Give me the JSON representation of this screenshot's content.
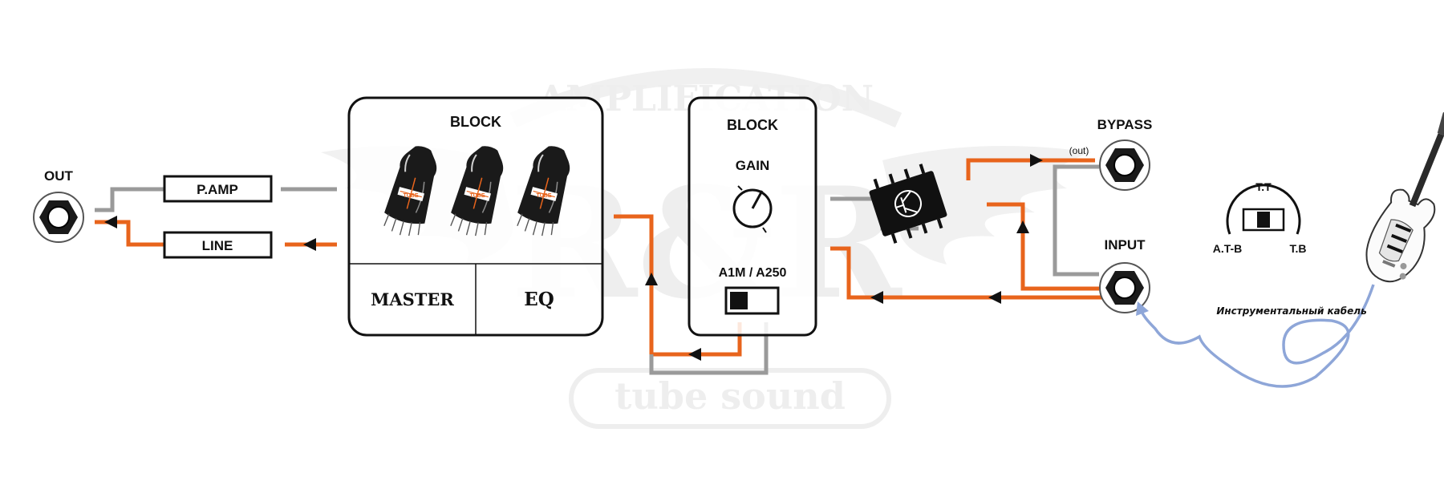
{
  "watermark": {
    "top": "AMPLIFICATION",
    "logo": "R&R",
    "bottom": "tube sound"
  },
  "out_jack": {
    "label": "OUT"
  },
  "pamp_box": {
    "label": "P.AMP"
  },
  "line_box": {
    "label": "LINE"
  },
  "tube_block": {
    "title": "BLOCK",
    "master_label": "MASTER",
    "eq_label": "EQ",
    "tube_logo": "TUBE"
  },
  "gain_block": {
    "title": "BLOCK",
    "gain_label": "GAIN",
    "switch_label": "A1M / A250"
  },
  "bypass_jack": {
    "label": "BYPASS",
    "sub_label": "(out)"
  },
  "input_jack": {
    "label": "INPUT"
  },
  "toggle": {
    "top_label": "T.T",
    "left_label": "A.T-B",
    "right_label": "T.B"
  },
  "cable": {
    "label": "Инструментальный кабель"
  },
  "colors": {
    "signal": "#e8641c",
    "bypass": "#9a9a9a",
    "cable": "#8ea6d8",
    "outline": "#111111"
  }
}
